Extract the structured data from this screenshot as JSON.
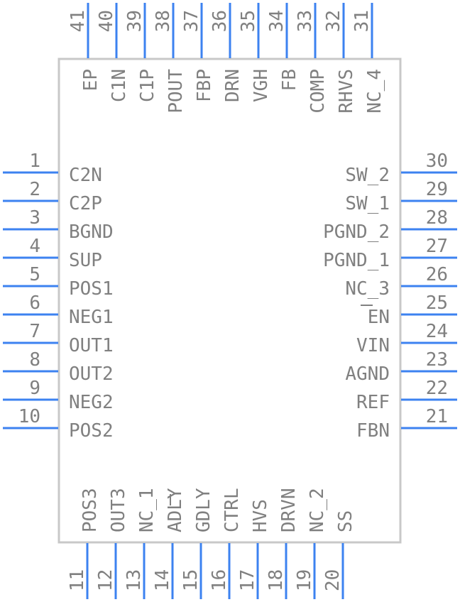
{
  "colors": {
    "pin": "#3c82f0",
    "body_stroke": "#c8c8c8",
    "text": "#808080",
    "background": "#ffffff"
  },
  "pins": {
    "left": [
      {
        "num": "1",
        "name": "C2N"
      },
      {
        "num": "2",
        "name": "C2P"
      },
      {
        "num": "3",
        "name": "BGND"
      },
      {
        "num": "4",
        "name": "SUP"
      },
      {
        "num": "5",
        "name": "POS1"
      },
      {
        "num": "6",
        "name": "NEG1"
      },
      {
        "num": "7",
        "name": "OUT1"
      },
      {
        "num": "8",
        "name": "OUT2"
      },
      {
        "num": "9",
        "name": "NEG2"
      },
      {
        "num": "10",
        "name": "POS2"
      }
    ],
    "bottom": [
      {
        "num": "11",
        "name": "POS3"
      },
      {
        "num": "12",
        "name": "OUT3"
      },
      {
        "num": "13",
        "name": "NC_1"
      },
      {
        "num": "14",
        "name": "ADLY"
      },
      {
        "num": "15",
        "name": "GDLY"
      },
      {
        "num": "16",
        "name": "CTRL"
      },
      {
        "num": "17",
        "name": "HVS"
      },
      {
        "num": "18",
        "name": "DRVN"
      },
      {
        "num": "19",
        "name": "NC_2"
      },
      {
        "num": "20",
        "name": "SS"
      }
    ],
    "right": [
      {
        "num": "21",
        "name": "FBN"
      },
      {
        "num": "22",
        "name": "REF"
      },
      {
        "num": "23",
        "name": "AGND"
      },
      {
        "num": "24",
        "name": "VIN"
      },
      {
        "num": "25",
        "name": "EN"
      },
      {
        "num": "26",
        "name": "NC_3"
      },
      {
        "num": "27",
        "name": "PGND_1"
      },
      {
        "num": "28",
        "name": "PGND_2"
      },
      {
        "num": "29",
        "name": "SW_1"
      },
      {
        "num": "30",
        "name": "SW_2"
      }
    ],
    "top": [
      {
        "num": "31",
        "name": "NC_4"
      },
      {
        "num": "32",
        "name": "RHVS"
      },
      {
        "num": "33",
        "name": "COMP"
      },
      {
        "num": "34",
        "name": "FB"
      },
      {
        "num": "35",
        "name": "VGH"
      },
      {
        "num": "36",
        "name": "DRN"
      },
      {
        "num": "37",
        "name": "FBP"
      },
      {
        "num": "38",
        "name": "POUT"
      },
      {
        "num": "39",
        "name": "C1P"
      },
      {
        "num": "40",
        "name": "C1N"
      },
      {
        "num": "41",
        "name": "EP"
      }
    ]
  }
}
